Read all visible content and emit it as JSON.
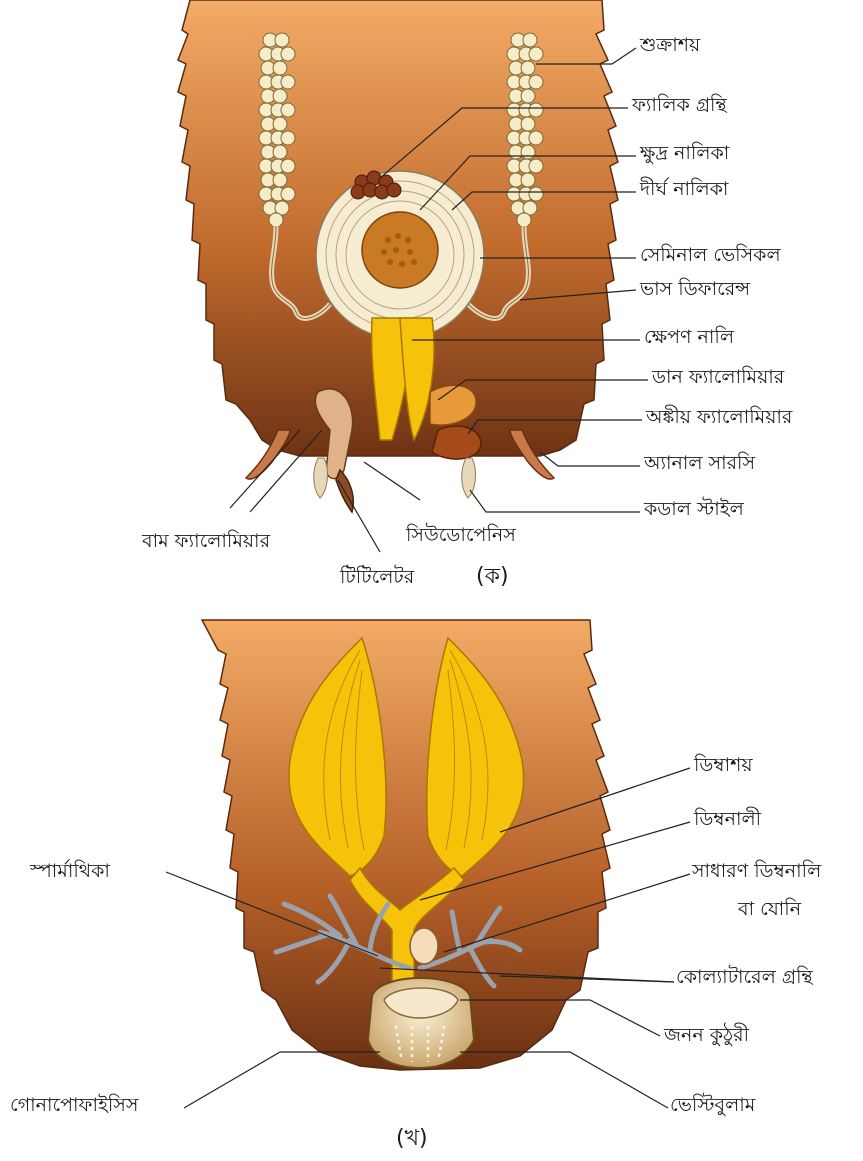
{
  "figure_a": {
    "caption": "(ক)",
    "labels": {
      "seminal_receptacle": "শুক্রাশয়",
      "phallic_gland": "ফ্যালিক গ্রন্থি",
      "short_tubule": "ক্ষুদ্র নালিকা",
      "long_tubule": "দীর্ঘ নালিকা",
      "seminal_vesicle": "সেমিনাল ভেসিকল",
      "vas_deferens": "ভাস ডিফারেন্স",
      "ejaculatory_duct": "ক্ষেপণ নালি",
      "right_phallomere": "ডান ফ্যালোমিয়ার",
      "ventral_phallomere": "অঙ্কীয় ফ্যালোমিয়ার",
      "anal_cercus": "অ্যানাল সারসি",
      "caudal_style": "কডাল স্টাইল",
      "left_phallomere": "বাম ফ্যালোমিয়ার",
      "pseudopenis": "সিউডোপেনিস",
      "titillator": "টিটিলেটর"
    }
  },
  "figure_b": {
    "caption": "(খ)",
    "labels": {
      "ovary": "ডিম্বাশয়",
      "oviduct": "ডিম্বনালী",
      "common_oviduct_line1": "সাধারণ ডিম্বনালি",
      "common_oviduct_line2": "বা যোনি",
      "spermatheca": "স্পার্মাথিকা",
      "colleterial_gland": "কোল্যাটারেল গ্রন্থি",
      "genital_chamber": "জনন কুঠুরী",
      "gonapophysis": "গোনাপোফাইসিস",
      "vestibulum": "ভেস্টিবুলাম"
    }
  },
  "colors": {
    "abdomen_light": "#f2a862",
    "abdomen_dark": "#7a3a1a",
    "gland_yellow": "#f7c20a",
    "vesicle_cream": "#f6ecd2",
    "gland_brown": "#8a3b1a",
    "branch_gray": "#9aa2ad"
  }
}
